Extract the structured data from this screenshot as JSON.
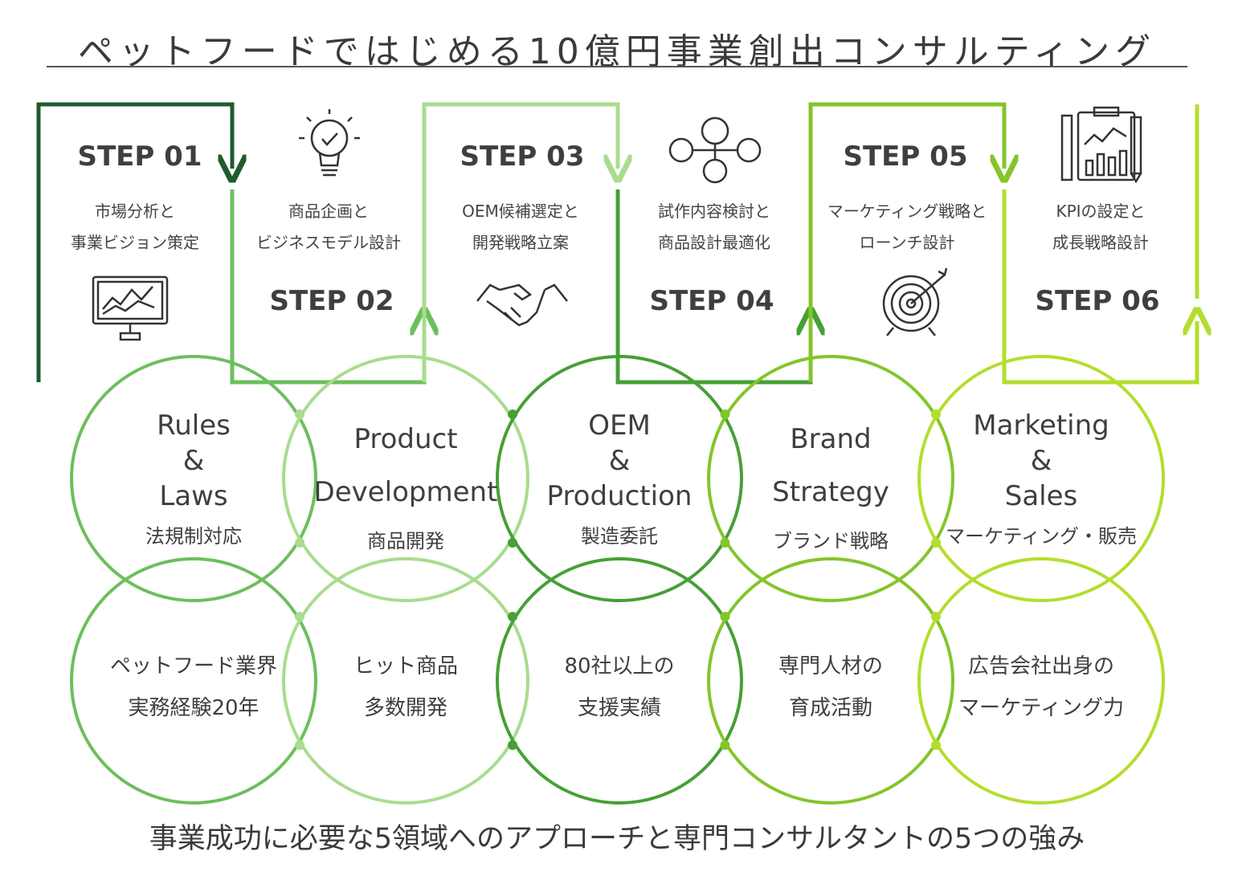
{
  "title": "ペットフードではじめる10億円事業創出コンサルティング",
  "footer": "事業成功に必要な5領域へのアプローチと専門コンサルタントの5つの強み",
  "colors": {
    "c1": "#1e5c2e",
    "c2": "#6cbf5c",
    "c3": "#a9dc8e",
    "c4": "#46a035",
    "c5": "#84c52a",
    "c6": "#b3de2c",
    "text": "#3a3a3a"
  },
  "steps": [
    {
      "label": "STEP 01",
      "desc": [
        "市場分析と",
        "事業ビジョン策定"
      ],
      "icon": "monitor-chart-icon"
    },
    {
      "label": "STEP 02",
      "desc": [
        "商品企画と",
        "ビジネスモデル設計"
      ],
      "icon": "lightbulb-icon"
    },
    {
      "label": "STEP 03",
      "desc": [
        "OEM候補選定と",
        "開発戦略立案"
      ],
      "icon": "handshake-icon"
    },
    {
      "label": "STEP 04",
      "desc": [
        "試作内容検討と",
        "商品設計最適化"
      ],
      "icon": "network-nodes-icon"
    },
    {
      "label": "STEP 05",
      "desc": [
        "マーケティング戦略と",
        "ローンチ設計"
      ],
      "icon": "target-icon"
    },
    {
      "label": "STEP 06",
      "desc": [
        "KPIの設定と",
        "成長戦略設計"
      ],
      "icon": "clipboard-chart-icon"
    }
  ],
  "domains": [
    {
      "en": [
        "Rules",
        "&",
        "Laws"
      ],
      "jp": "法規制対応"
    },
    {
      "en": [
        "Product",
        "Development"
      ],
      "jp": "商品開発"
    },
    {
      "en": [
        "OEM",
        "&",
        "Production"
      ],
      "jp": "製造委託"
    },
    {
      "en": [
        "Brand",
        "Strategy"
      ],
      "jp": "ブランド戦略"
    },
    {
      "en": [
        "Marketing",
        "&",
        "Sales"
      ],
      "jp": "マーケティング・販売"
    }
  ],
  "strengths": [
    [
      "ペットフード業界",
      "実務経験20年"
    ],
    [
      "ヒット商品",
      "多数開発"
    ],
    [
      "80社以上の",
      "支援実績"
    ],
    [
      "専門人材の",
      "育成活動"
    ],
    [
      "広告会社出身の",
      "マーケティング力"
    ]
  ]
}
